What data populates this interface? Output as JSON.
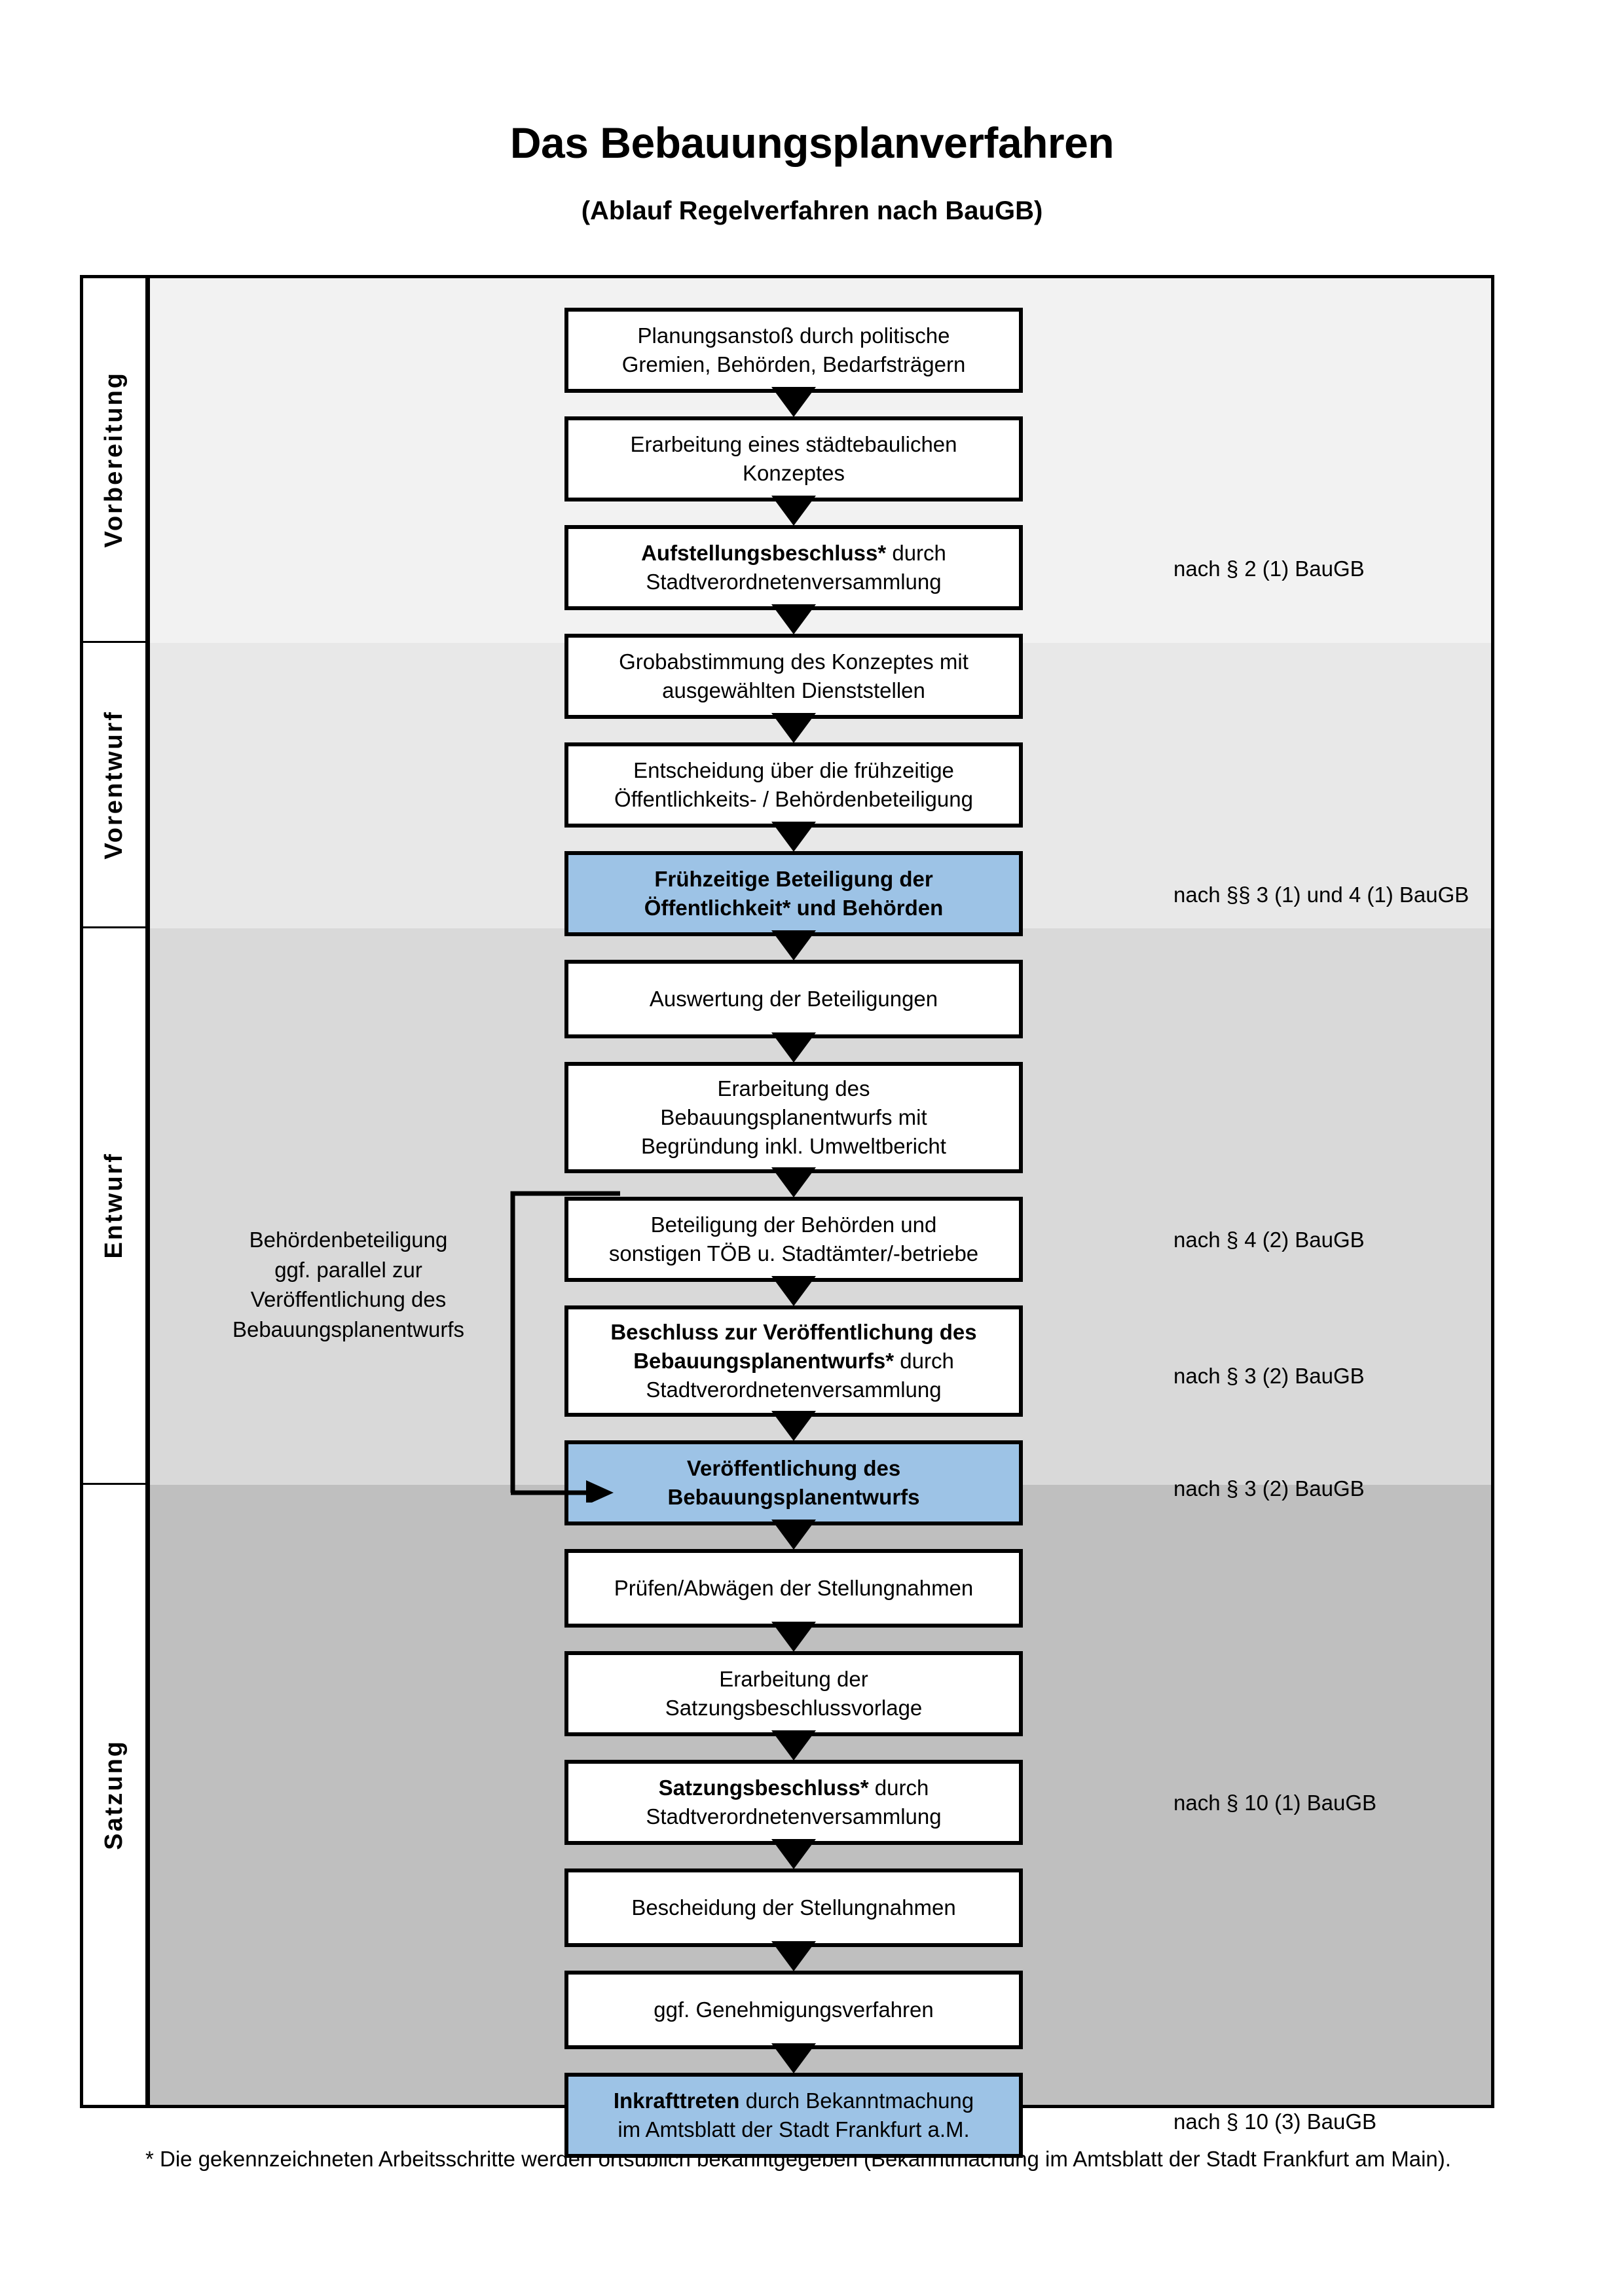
{
  "header": {
    "title": "Das Bebauungsplanverfahren",
    "subtitle": "(Ablauf Regelverfahren nach BauGB)"
  },
  "colors": {
    "highlight_blue": "#9dc3e6",
    "band_vorbereitung": "#f2f2f2",
    "band_vorentwurf": "#e8e8e8",
    "band_entwurf": "#d9d9d9",
    "band_satzung": "#bfbfbf",
    "line": "#000000"
  },
  "phases": [
    {
      "label": "Vorbereitung"
    },
    {
      "label": "Vorentwurf"
    },
    {
      "label": "Entwurf"
    },
    {
      "label": "Satzung"
    }
  ],
  "nodes": [
    {
      "id": "n1",
      "line1": "Planungsanstoß durch politische",
      "line2": "Gremien, Behörden, Bedarfsträgern",
      "highlight": false,
      "bold": "none"
    },
    {
      "id": "n2",
      "line1": "Erarbeitung eines städtebaulichen",
      "line2": "Konzeptes",
      "highlight": false,
      "bold": "none"
    },
    {
      "id": "n3",
      "line1": "Aufstellungsbeschluss* durch",
      "line2": "Stadtverordnetenversammlung",
      "highlight": false,
      "bold": "partial"
    },
    {
      "id": "n4",
      "line1": "Grobabstimmung des Konzeptes mit",
      "line2": "ausgewählten Dienststellen",
      "highlight": false,
      "bold": "none"
    },
    {
      "id": "n5",
      "line1": "Entscheidung über die frühzeitige",
      "line2": "Öffentlichkeits- / Behördenbeteiligung",
      "highlight": false,
      "bold": "none"
    },
    {
      "id": "n6",
      "line1": "Frühzeitige Beteiligung der",
      "line2": "Öffentlichkeit* und Behörden",
      "highlight": true,
      "bold": "all"
    },
    {
      "id": "n7",
      "line1": "Auswertung der Beteiligungen",
      "line2": "",
      "highlight": false,
      "bold": "none"
    },
    {
      "id": "n8",
      "line1": "Erarbeitung des",
      "line2": "Bebauungsplanentwurfs mit",
      "line3": "Begründung inkl. Umweltbericht",
      "highlight": false,
      "bold": "none"
    },
    {
      "id": "n9",
      "line1": "Beteiligung der Behörden und",
      "line2": "sonstigen TÖB u. Stadtämter/-betriebe",
      "highlight": false,
      "bold": "none"
    },
    {
      "id": "n10",
      "line1": "Beschluss zur Veröffentlichung des",
      "line2": "Bebauungsplanentwurfs* durch",
      "line3": "Stadtverordnetenversammlung",
      "highlight": false,
      "bold": "partial"
    },
    {
      "id": "n11",
      "line1": "Veröffentlichung des",
      "line2": "Bebauungsplanentwurfs",
      "highlight": true,
      "bold": "all"
    },
    {
      "id": "n12",
      "line1": "Prüfen/Abwägen der Stellungnahmen",
      "line2": "",
      "highlight": false,
      "bold": "none"
    },
    {
      "id": "n13",
      "line1": "Erarbeitung der",
      "line2": "Satzungsbeschlussvorlage",
      "highlight": false,
      "bold": "none"
    },
    {
      "id": "n14",
      "line1": "Satzungsbeschluss* durch",
      "line2": "Stadtverordnetenversammlung",
      "highlight": false,
      "bold": "partial"
    },
    {
      "id": "n15",
      "line1": "Bescheidung der Stellungnahmen",
      "line2": "",
      "highlight": false,
      "bold": "none"
    },
    {
      "id": "n16",
      "line1": "ggf. Genehmigungsverfahren",
      "line2": "",
      "highlight": false,
      "bold": "none"
    },
    {
      "id": "n17",
      "line1": "Inkrafttreten durch Bekanntmachung",
      "line2": "im Amtsblatt der Stadt Frankfurt a.M.",
      "highlight": true,
      "bold": "partial"
    }
  ],
  "node_bold_prefix": {
    "n3": "Aufstellungsbeschluss*",
    "n3_rest": " durch",
    "n10": "Beschluss zur Veröffentlichung des",
    "n10_b2": "Bebauungsplanentwurfs*",
    "n10_b2_rest": " durch",
    "n14": "Satzungsbeschluss*",
    "n14_rest": " durch",
    "n17": "Inkrafttreten",
    "n17_rest": " durch Bekanntmachung"
  },
  "annotations": [
    {
      "id": "a1",
      "text": "nach § 2 (1) BauGB"
    },
    {
      "id": "a2",
      "text": "nach §§ 3 (1) und 4 (1) BauGB"
    },
    {
      "id": "a3",
      "text": "nach § 4 (2) BauGB"
    },
    {
      "id": "a4",
      "text": "nach § 3 (2) BauGB"
    },
    {
      "id": "a5",
      "text": "nach § 3 (2) BauGB"
    },
    {
      "id": "a6",
      "text": "nach § 10 (1) BauGB"
    },
    {
      "id": "a7",
      "text": "nach § 10 (3) BauGB"
    }
  ],
  "sidenote": {
    "line1": "Behördenbeteiligung",
    "line2": "ggf. parallel zur",
    "line3": "Veröffentlichung des",
    "line4": "Bebauungsplanentwurfs"
  },
  "footnote": {
    "text": "* Die gekennzeichneten Arbeitsschritte werden ortsüblich bekanntgegeben (Bekanntmachung im Amtsblatt  der Stadt Frankfurt am Main)."
  }
}
